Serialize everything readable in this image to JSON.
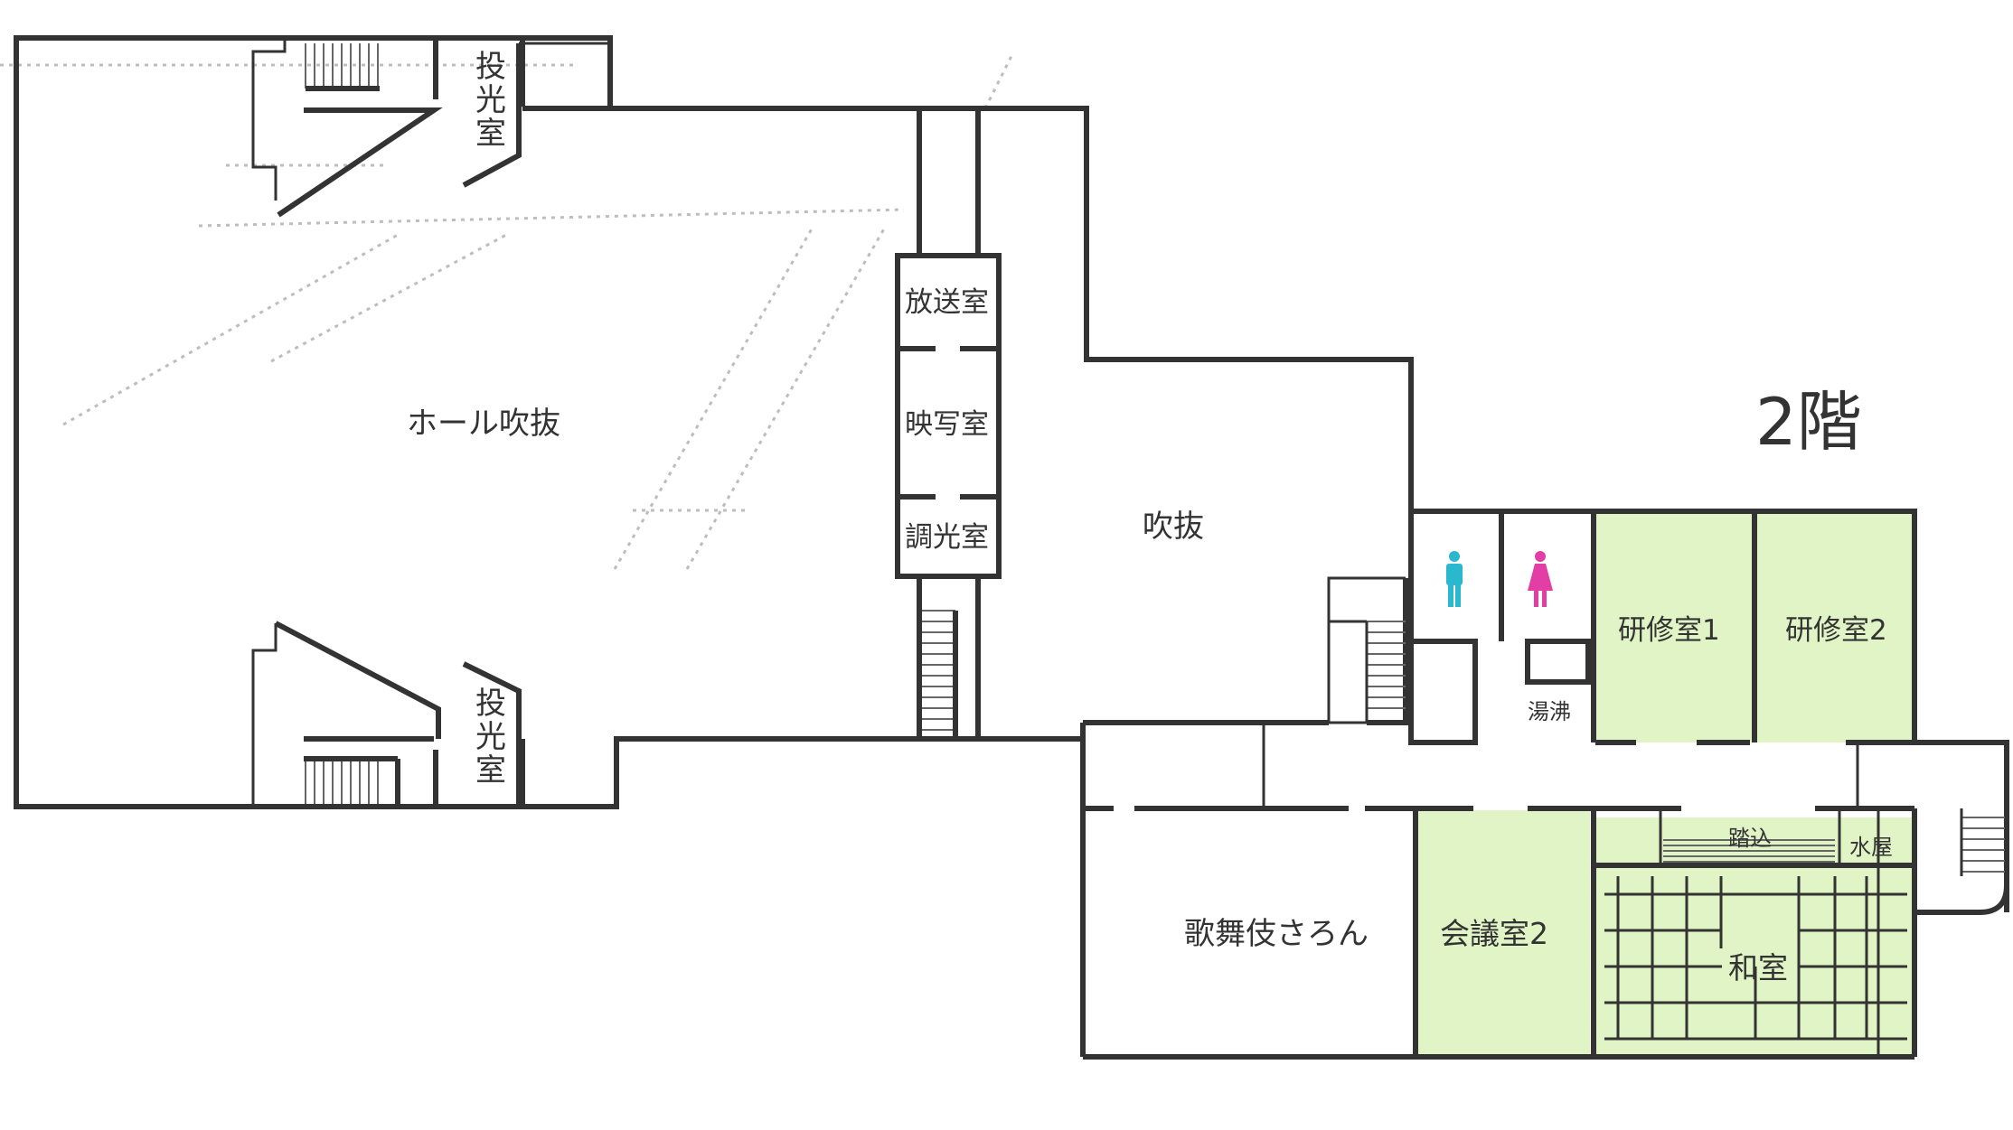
{
  "floor_label": "2階",
  "rooms": {
    "projection_top": "投光室",
    "projection_bottom": "投光室",
    "hall_void": "ホール吹抜",
    "broadcast": "放送室",
    "projector": "映写室",
    "dimmer": "調光室",
    "void": "吹抜",
    "training1": "研修室1",
    "training2": "研修室2",
    "kettle": "湯沸",
    "kabuki_salon": "歌舞伎さろん",
    "meeting2": "会議室2",
    "step_in": "踏込",
    "water": "水屋",
    "japanese_room": "和室"
  },
  "colors": {
    "wall": "#333333",
    "room_fill": "#e1f4c6",
    "mens_icon": "#2ab8cf",
    "womens_icon": "#e23ea6"
  },
  "icons": [
    "mens-restroom-icon",
    "womens-restroom-icon"
  ]
}
